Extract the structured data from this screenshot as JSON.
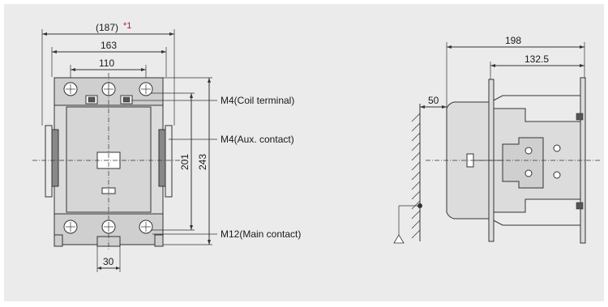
{
  "front_view": {
    "dims": {
      "overall_width": "(187)",
      "overall_width_note": "*1",
      "width": "163",
      "mount_width": "110",
      "mount_height": "201",
      "height": "243",
      "terminal_pitch": "30"
    },
    "callouts": {
      "coil_terminal": "M4(Coil terminal)",
      "aux_contact": "M4(Aux. contact)",
      "main_contact": "M12(Main contact)"
    }
  },
  "side_view": {
    "dims": {
      "depth": "198",
      "mount_depth": "132.5",
      "clearance": "50"
    }
  },
  "colors": {
    "background": "#ebebeb",
    "note": "#c8102e",
    "line": "#333333"
  }
}
